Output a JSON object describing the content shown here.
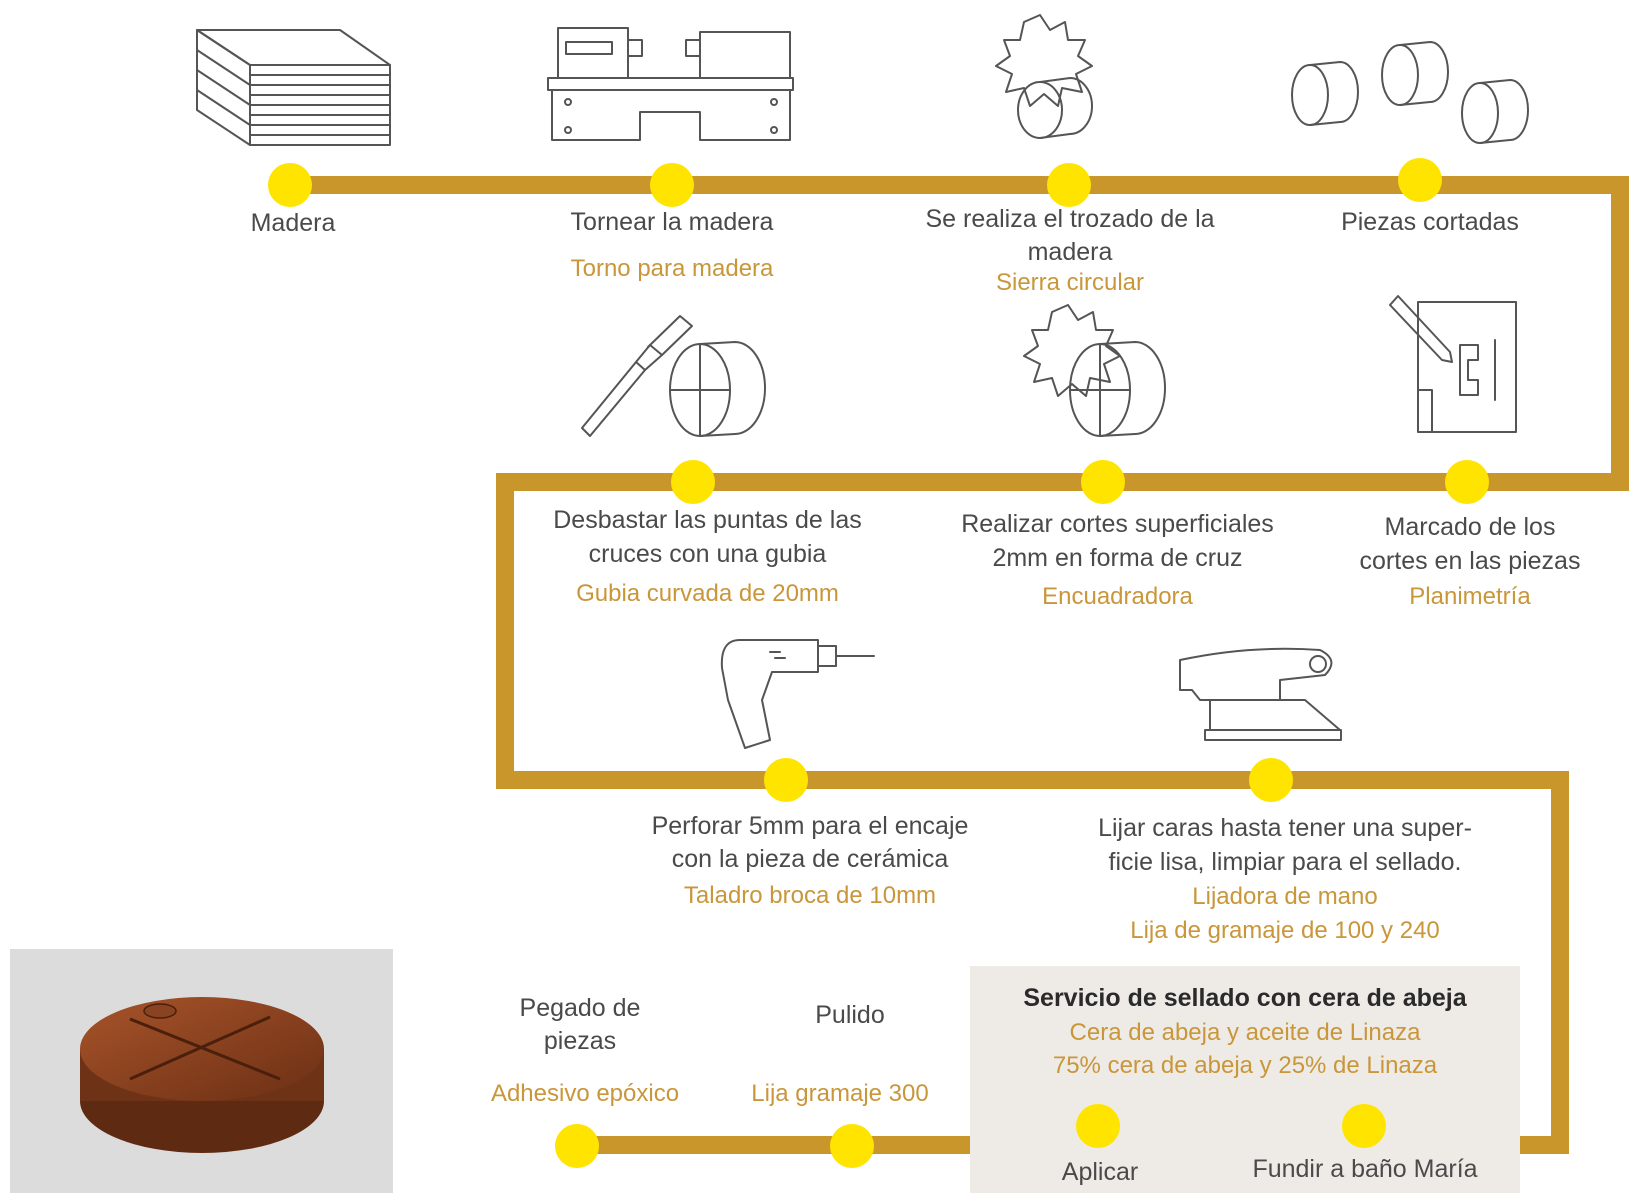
{
  "colors": {
    "path": "#c9962b",
    "node": "#ffe400",
    "tool_text": "#c9963a",
    "label_text": "#4a4a4a",
    "seal_bg": "#eeebe6"
  },
  "steps": {
    "s1": {
      "label": "Madera",
      "icon": "wood-planks-icon"
    },
    "s2": {
      "label": "Tornear la madera",
      "tool": "Torno para madera",
      "icon": "wood-lathe-icon"
    },
    "s3": {
      "label1": "Se realiza el trozado de la",
      "label2": "madera",
      "tool": "Sierra circular",
      "icon": "circular-saw-log-icon"
    },
    "s4": {
      "label": "Piezas cortadas",
      "icon": "cut-pieces-icon"
    },
    "s5": {
      "label1": "Marcado de los",
      "label2": "cortes en las piezas",
      "tool": "Planimetría",
      "icon": "blueprint-pencil-icon"
    },
    "s6": {
      "label1": "Realizar cortes superficiales",
      "label2": "2mm en forma de cruz",
      "tool": "Encuadradora",
      "icon": "saw-cross-cut-icon"
    },
    "s7": {
      "label1": "Desbastar las puntas de las",
      "label2": "cruces con una gubia",
      "tool": "Gubia curvada de 20mm",
      "icon": "gouge-chisel-icon"
    },
    "s8": {
      "label1": "Perforar 5mm para el encaje",
      "label2": "con la pieza de cerámica",
      "tool": "Taladro broca de 10mm",
      "icon": "drill-icon"
    },
    "s9": {
      "label1": "Lijar caras hasta tener una super-",
      "label2": "ficie lisa, limpiar para el sellado.",
      "tool1": "Lijadora de mano",
      "tool2": "Lija de gramaje de 100 y 240",
      "icon": "hand-sander-icon"
    },
    "s10": {
      "label": "Fundir a baño María"
    },
    "s11": {
      "label": "Aplicar"
    },
    "s12": {
      "label": "Pulido",
      "tool": "Lija gramaje 300"
    },
    "s13": {
      "label1": "Pegado de",
      "label2": "piezas",
      "tool": "Adhesivo epóxico"
    }
  },
  "sealing": {
    "title": "Servicio de sellado con cera de abeja",
    "line1": "Cera de abeja y aceite de Linaza",
    "line2": "75% cera de abeja y 25% de Linaza"
  },
  "final_product": {
    "icon": "wooden-coaster-product-icon"
  }
}
